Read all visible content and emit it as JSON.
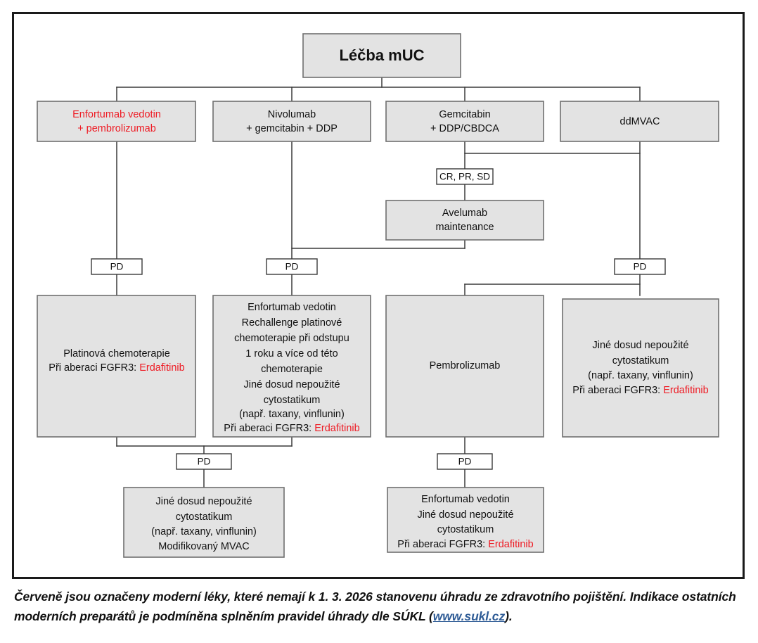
{
  "colors": {
    "node_fill": "#e3e3e3",
    "node_stroke": "#6f6f6f",
    "connector": "#3a3a3a",
    "highlight_red": "#ee1b24",
    "link_blue": "#2f5c96",
    "frame": "#1a1a1a"
  },
  "chart_data": {
    "type": "diagram",
    "title": "Léčba mUC",
    "nodes": [
      {
        "id": "root",
        "label": [
          "Léčba mUC"
        ],
        "style": "root"
      },
      {
        "id": "l1a",
        "label": [
          "Enfortumab vedotin",
          "+ pembrolizumab"
        ],
        "style": "red"
      },
      {
        "id": "l1b",
        "label": [
          "Nivolumab",
          "+ gemcitabin + DDP"
        ],
        "style": "normal"
      },
      {
        "id": "l1c",
        "label": [
          "Gemcitabin",
          "+ DDP/CBDCA"
        ],
        "style": "normal"
      },
      {
        "id": "l1d",
        "label": [
          "ddMVAC"
        ],
        "style": "normal"
      },
      {
        "id": "avelumab",
        "label": [
          "Avelumab",
          "maintenance"
        ],
        "style": "normal"
      },
      {
        "id": "l2a",
        "label": [
          "Platinová chemoterapie",
          "Při aberaci FGFR3: Erdafitinib"
        ],
        "style": "mixed"
      },
      {
        "id": "l2b",
        "label": [
          "Enfortumab vedotin",
          "Rechallenge platinové",
          "chemoterapie při odstupu",
          "1 roku a více od této",
          "chemoterapie",
          "Jiné dosud nepoužité",
          "cytostatikum",
          "(např. taxany, vinflunin)",
          "Při aberaci FGFR3: Erdafitinib"
        ],
        "style": "mixed"
      },
      {
        "id": "l2c",
        "label": [
          "Pembrolizumab"
        ],
        "style": "normal"
      },
      {
        "id": "l2d",
        "label": [
          "Jiné dosud nepoužité",
          "cytostatikum",
          "(např. taxany, vinflunin)",
          "Při aberaci FGFR3: Erdafitinib"
        ],
        "style": "mixed"
      },
      {
        "id": "l3a",
        "label": [
          "Jiné dosud nepoužité",
          "cytostatikum",
          "(např. taxany, vinflunin)",
          "Modifikovaný MVAC"
        ],
        "style": "normal"
      },
      {
        "id": "l3b",
        "label": [
          "Enfortumab vedotin",
          "Jiné dosud nepoužité",
          "cytostatikum",
          "Při aberaci FGFR3: Erdafitinib"
        ],
        "style": "mixed"
      }
    ],
    "edge_labels": [
      "CR, PR, SD",
      "PD",
      "PD",
      "PD",
      "PD",
      "PD"
    ]
  },
  "diagram": {
    "root": {
      "title": "Léčba mUC"
    },
    "row1": {
      "enfortumab_pembro": {
        "line1": "Enfortumab vedotin",
        "line2": "+ pembrolizumab"
      },
      "nivolumab": {
        "line1": "Nivolumab",
        "line2": "+ gemcitabin + DDP"
      },
      "gemcitabin": {
        "line1": "Gemcitabin",
        "line2": "+ DDP/CBDCA"
      },
      "ddmvac": {
        "line1": "ddMVAC"
      }
    },
    "response_tag": "CR, PR, SD",
    "avelumab": {
      "line1": "Avelumab",
      "line2": "maintenance"
    },
    "pd_tags": {
      "pd_left": "PD",
      "pd_mid": "PD",
      "pd_right": "PD",
      "pd_bottom_left": "PD",
      "pd_bottom_mid": "PD"
    },
    "row2": {
      "platinova": {
        "line1": "Platinová chemoterapie",
        "line2_prefix": "Při aberaci FGFR3: ",
        "line2_drug": "Erdafitinib"
      },
      "enfortumab_rechallenge": {
        "line1": "Enfortumab vedotin",
        "line2": "Rechallenge platinové",
        "line3": "chemoterapie při odstupu",
        "line4": "1 roku a více od této",
        "line5": "chemoterapie",
        "line6": "Jiné dosud nepoužité",
        "line7": "cytostatikum",
        "line8": "(např. taxany, vinflunin)",
        "line9_prefix": "Při aberaci FGFR3: ",
        "line9_drug": "Erdafitinib"
      },
      "pembrolizumab": {
        "line1": "Pembrolizumab"
      },
      "jine_cytostatikum": {
        "line1": "Jiné dosud nepoužité",
        "line2": "cytostatikum",
        "line3": "(např. taxany, vinflunin)",
        "line4_prefix": "Při aberaci FGFR3: ",
        "line4_drug": "Erdafitinib"
      }
    },
    "row3": {
      "mvac": {
        "line1": "Jiné dosud nepoužité",
        "line2": "cytostatikum",
        "line3": "(např. taxany, vinflunin)",
        "line4": "Modifikovaný MVAC"
      },
      "enfortumab_other": {
        "line1": "Enfortumab vedotin",
        "line2": "Jiné dosud nepoužité",
        "line3": "cytostatikum",
        "line4_prefix": "Při aberaci FGFR3: ",
        "line4_drug": "Erdafitinib"
      }
    }
  },
  "caption": {
    "part1": "Červeně jsou označeny moderní léky, které nemají k 1. 3. 2026 stanovenu úhradu ze zdravotního pojištění. Indikace ostatních moderních preparátů je podmíněna splněním pravidel úhrady dle SÚKL (",
    "link": "www.sukl.cz",
    "part2": ")."
  }
}
